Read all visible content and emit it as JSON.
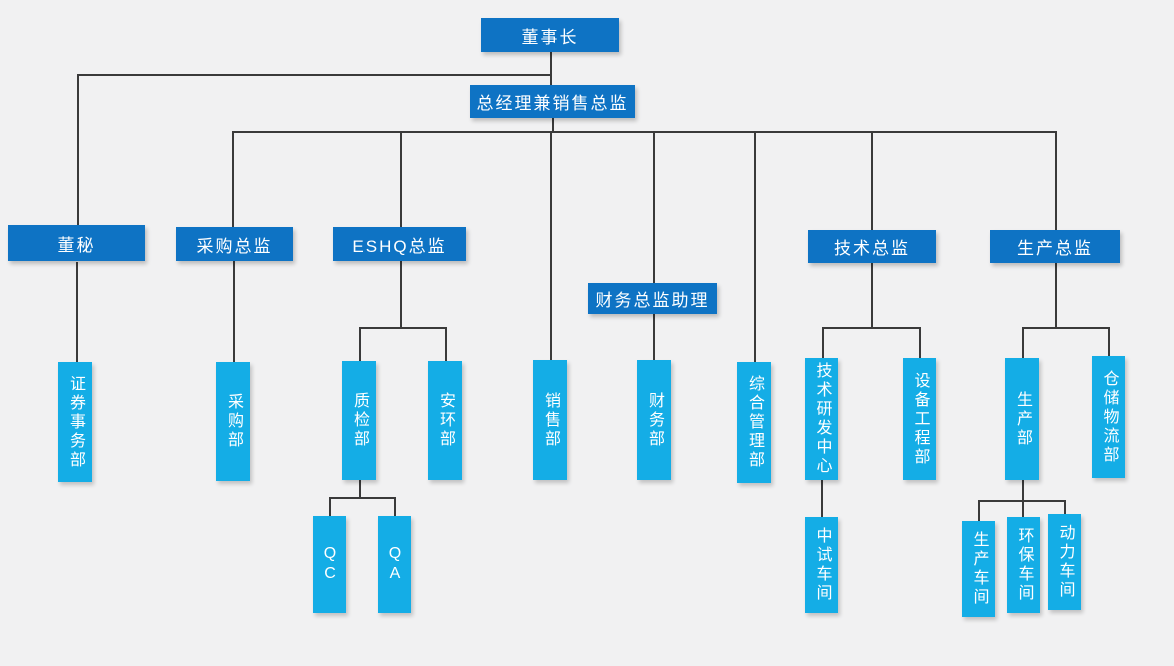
{
  "colors": {
    "executive_box": "#0e73c4",
    "department_box": "#14ade6",
    "connector": "#3a3a3a",
    "background": "#f1f1f2",
    "text": "#ffffff"
  },
  "nodes": {
    "chairman": {
      "label": "董事长"
    },
    "gm_sales": {
      "label": "总经理兼销售总监"
    },
    "board_secretary": {
      "label": "董秘"
    },
    "procurement_director": {
      "label": "采购总监"
    },
    "eshq_director": {
      "label": "ESHQ总监"
    },
    "finance_director_assistant": {
      "label": "财务总监助理"
    },
    "tech_director": {
      "label": "技术总监"
    },
    "production_director": {
      "label": "生产总监"
    },
    "securities_affairs": {
      "label": "证券事务部"
    },
    "procurement_dept": {
      "label": "采购部"
    },
    "quality_inspection": {
      "label": "质检部"
    },
    "safety_env": {
      "label": "安环部"
    },
    "sales_dept": {
      "label": "销售部"
    },
    "finance_dept": {
      "label": "财务部"
    },
    "general_admin": {
      "label": "综合管理部"
    },
    "rnd_center": {
      "label": "技术研发中心"
    },
    "equipment_eng": {
      "label": "设备工程部"
    },
    "production_dept": {
      "label": "生产部"
    },
    "warehouse_logistics": {
      "label": "仓储物流部"
    },
    "qc": {
      "label": "QC"
    },
    "qa": {
      "label": "QA"
    },
    "pilot_workshop": {
      "label": "中试车间"
    },
    "production_workshop": {
      "label": "生产车间"
    },
    "env_workshop": {
      "label": "环保车间"
    },
    "power_workshop": {
      "label": "动力车间"
    }
  },
  "edges": [
    {
      "from": "chairman",
      "to": "gm_sales"
    },
    {
      "from": "chairman",
      "to": "board_secretary"
    },
    {
      "from": "gm_sales",
      "to": "procurement_director"
    },
    {
      "from": "gm_sales",
      "to": "eshq_director"
    },
    {
      "from": "gm_sales",
      "to": "sales_dept"
    },
    {
      "from": "gm_sales",
      "to": "finance_director_assistant"
    },
    {
      "from": "gm_sales",
      "to": "general_admin"
    },
    {
      "from": "gm_sales",
      "to": "tech_director"
    },
    {
      "from": "gm_sales",
      "to": "production_director"
    },
    {
      "from": "board_secretary",
      "to": "securities_affairs"
    },
    {
      "from": "procurement_director",
      "to": "procurement_dept"
    },
    {
      "from": "eshq_director",
      "to": "quality_inspection"
    },
    {
      "from": "eshq_director",
      "to": "safety_env"
    },
    {
      "from": "finance_director_assistant",
      "to": "finance_dept"
    },
    {
      "from": "tech_director",
      "to": "rnd_center"
    },
    {
      "from": "tech_director",
      "to": "equipment_eng"
    },
    {
      "from": "production_director",
      "to": "production_dept"
    },
    {
      "from": "production_director",
      "to": "warehouse_logistics"
    },
    {
      "from": "quality_inspection",
      "to": "qc"
    },
    {
      "from": "quality_inspection",
      "to": "qa"
    },
    {
      "from": "rnd_center",
      "to": "pilot_workshop"
    },
    {
      "from": "production_dept",
      "to": "production_workshop"
    },
    {
      "from": "production_dept",
      "to": "env_workshop"
    },
    {
      "from": "production_dept",
      "to": "power_workshop"
    }
  ]
}
